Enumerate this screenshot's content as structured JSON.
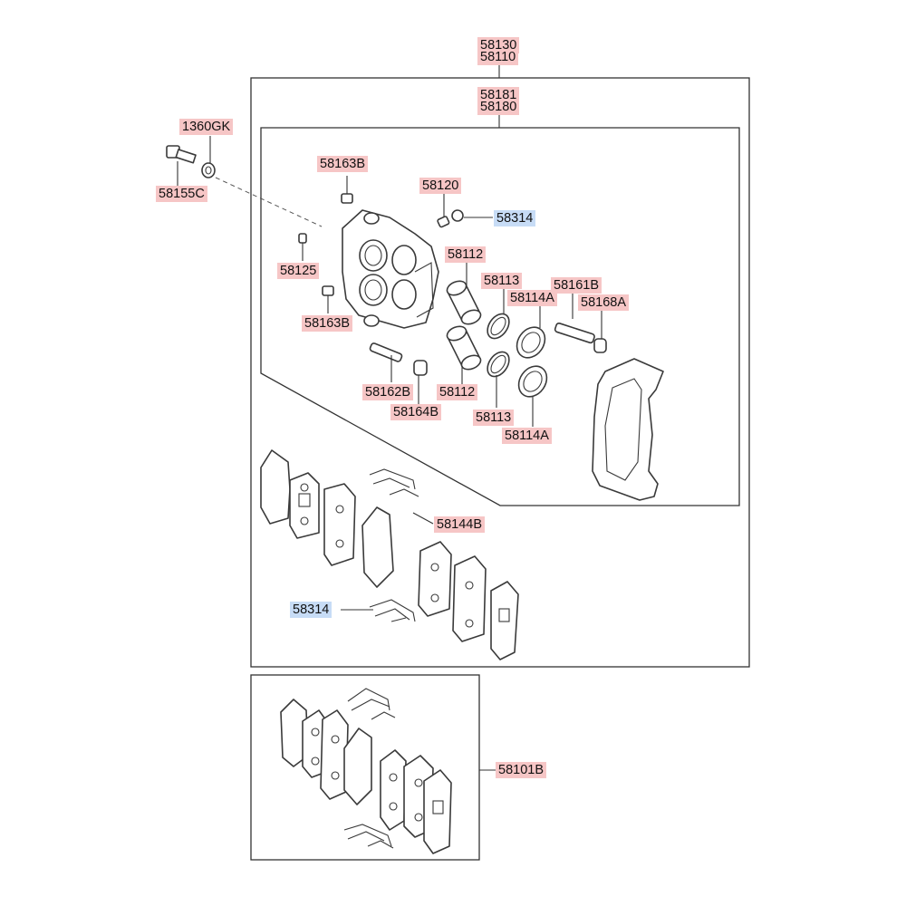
{
  "colors": {
    "part_highlight": "#f6c6c6",
    "sub_highlight": "#c7dcf6",
    "line": "#333333"
  },
  "labels": {
    "l58130": "58130",
    "l58110": "58110",
    "l58181": "58181",
    "l58180": "58180",
    "l1360GK": "1360GK",
    "l58155C": "58155C",
    "l58163B_top": "58163B",
    "l58120": "58120",
    "l58314_top": "58314",
    "l58125": "58125",
    "l58163B_mid": "58163B",
    "l58112_top": "58112",
    "l58113_top": "58113",
    "l58114A_top": "58114A",
    "l58161B": "58161B",
    "l58168A": "58168A",
    "l58162B": "58162B",
    "l58164B": "58164B",
    "l58112_bot": "58112",
    "l58113_bot": "58113",
    "l58114A_bot": "58114A",
    "l58144B": "58144B",
    "l58314_bot": "58314",
    "l58101B": "58101B"
  }
}
